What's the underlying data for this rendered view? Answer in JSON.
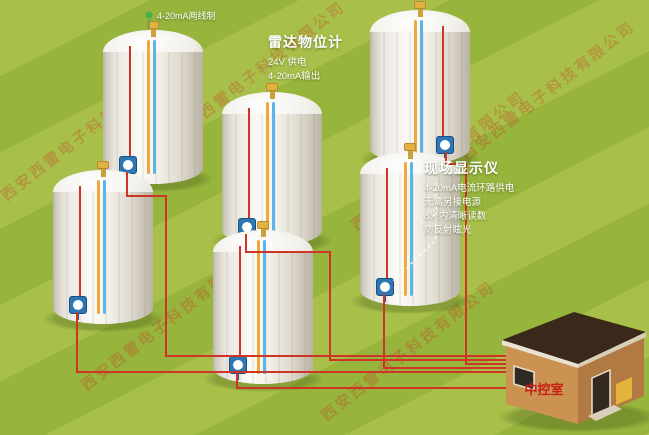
{
  "annotations": {
    "wire_type_label": "4-20mA两线制",
    "radar": {
      "title": "雷达物位计",
      "power_line": "24V 供电",
      "output_line": "4-20mA输出"
    },
    "display": {
      "title": "现场显示仪",
      "features": [
        "4-20mA电流环路供电",
        "无需另接电源",
        "8米内清晰读数",
        "防反射眩光"
      ]
    }
  },
  "building": {
    "label": "中控室"
  },
  "watermark": {
    "text": "西安西雷电子科技有限公司"
  },
  "colors": {
    "stripe_light": "#a8c049",
    "stripe_dark": "#96b23c",
    "cable_red": "#cf3526",
    "pipe_orange": "#f0a83c",
    "pipe_blue": "#57b7e8",
    "instrument_blue": "#2e77b5",
    "sensor_gold": "#e2b23e",
    "label_red": "#c61f14"
  }
}
